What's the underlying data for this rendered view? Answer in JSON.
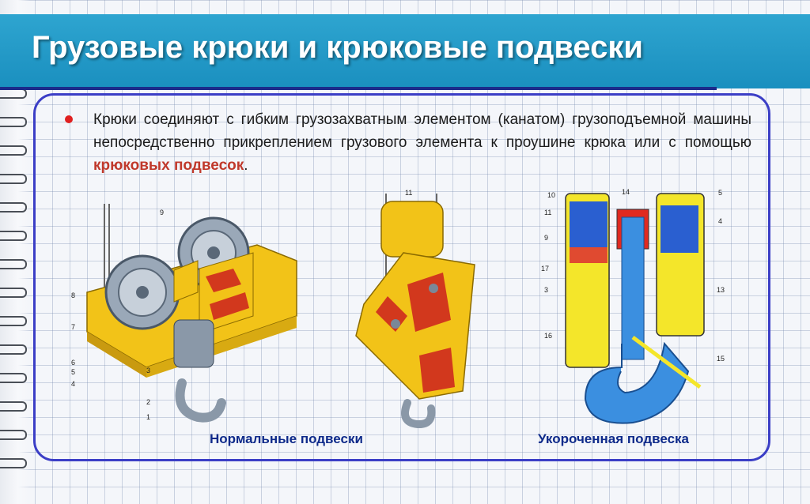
{
  "slide": {
    "title": "Грузовые крюки и крюковые подвески",
    "bullet": {
      "text_before": "Крюки соединяют с гибким грузозахватным элементом (канатом) грузоподъемной машины непосредственно прикреплением грузового элемента к проушине крюка или с помощью",
      "highlight": "крюковых подвесок",
      "text_after": "."
    },
    "captions": {
      "normal": "Нормальные подвески",
      "shortened": "Укороченная подвеска"
    }
  },
  "figures": {
    "left_labels": [
      "9",
      "8",
      "7",
      "6",
      "5",
      "4",
      "3",
      "2",
      "1"
    ],
    "middle_labels": [
      "11"
    ],
    "right_labels": [
      "10",
      "14",
      "5",
      "11",
      "4",
      "9",
      "17",
      "3",
      "13",
      "16",
      "15"
    ]
  },
  "colors": {
    "title_bar": "#1a8fbf",
    "frame": "#3b3ec6",
    "accent_red": "#c0392b",
    "yellow": "#f2c318",
    "hook_blue": "#3b8fe0"
  }
}
